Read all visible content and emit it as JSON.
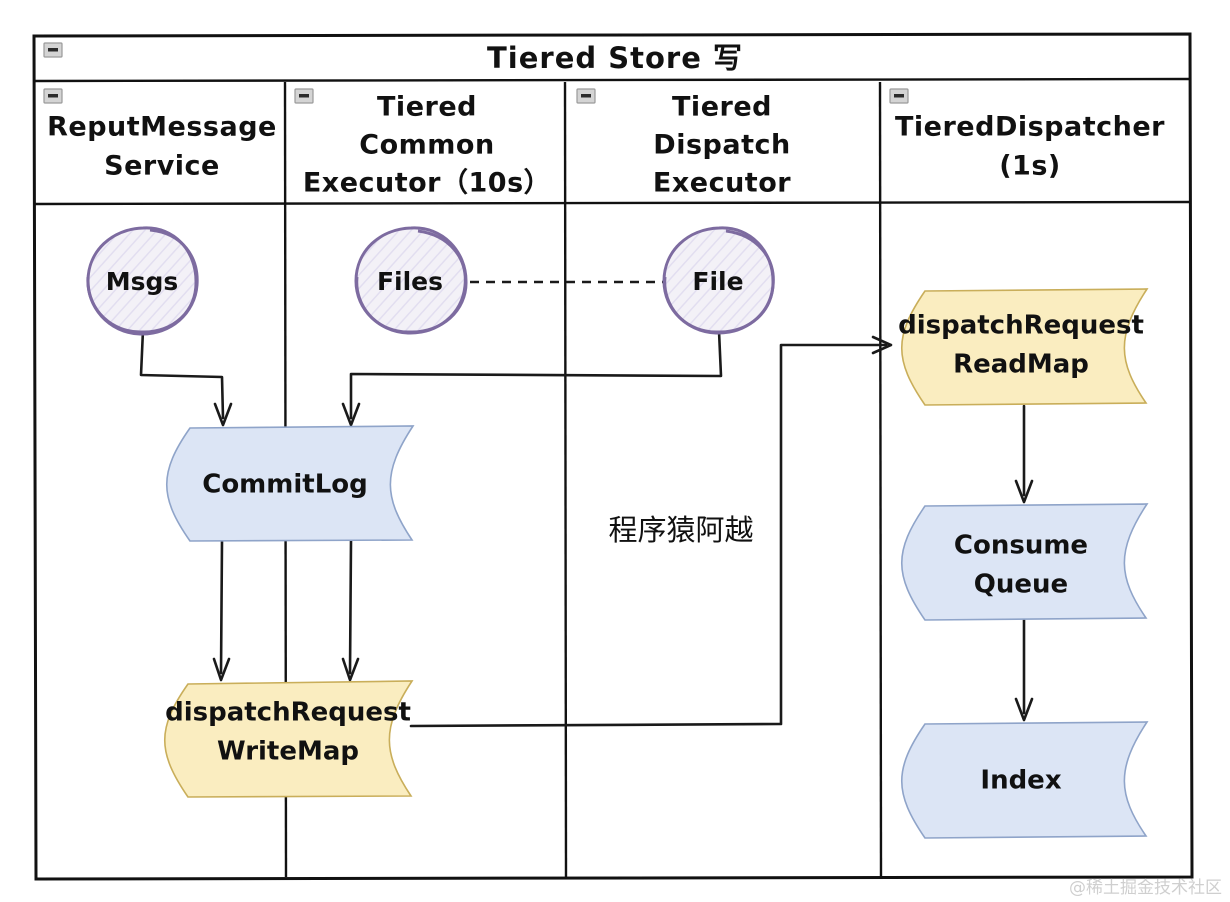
{
  "diagram": {
    "title": "Tiered Store 写",
    "note": "程序猿阿越",
    "watermark": "@稀土掘金技术社区",
    "colors": {
      "blue_fill": "#dce5f5",
      "blue_stroke": "#8fa4c9",
      "yellow_fill": "#faedc0",
      "yellow_stroke": "#c9ae5a",
      "circle_stroke": "#7d6ba0",
      "edge": "#1a1a1a",
      "border": "#111111"
    },
    "lanes": [
      {
        "id": "lane-reput-message-service",
        "title_lines": [
          "ReputMessage",
          "Service"
        ]
      },
      {
        "id": "lane-tiered-common-executor",
        "title_lines": [
          "Tiered",
          "Common",
          "Executor（10s）"
        ]
      },
      {
        "id": "lane-tiered-dispatch-executor",
        "title_lines": [
          "Tiered",
          "Dispatch",
          "Executor"
        ]
      },
      {
        "id": "lane-tiered-dispatcher",
        "title_lines": [
          "TieredDispatcher",
          "(1s)"
        ]
      }
    ],
    "nodes": [
      {
        "id": "node-msgs",
        "shape": "circle",
        "lane": "lane-reput-message-service",
        "label_lines": [
          "Msgs"
        ]
      },
      {
        "id": "node-files",
        "shape": "circle",
        "lane": "lane-tiered-common-executor",
        "label_lines": [
          "Files"
        ]
      },
      {
        "id": "node-file",
        "shape": "circle",
        "lane": "lane-tiered-dispatch-executor",
        "label_lines": [
          "File"
        ]
      },
      {
        "id": "node-commitlog",
        "shape": "tape",
        "color": "blue",
        "lane": "lane-reput-message-service",
        "label_lines": [
          "CommitLog"
        ]
      },
      {
        "id": "node-dispatch-request-write-map",
        "shape": "tape",
        "color": "yellow",
        "lane": "lane-reput-message-service",
        "label_lines": [
          "dispatchRequest",
          "WriteMap"
        ]
      },
      {
        "id": "node-dispatch-request-read-map",
        "shape": "tape",
        "color": "yellow",
        "lane": "lane-tiered-dispatcher",
        "label_lines": [
          "dispatchRequest",
          "ReadMap"
        ]
      },
      {
        "id": "node-consume-queue",
        "shape": "tape",
        "color": "blue",
        "lane": "lane-tiered-dispatcher",
        "label_lines": [
          "Consume",
          "Queue"
        ]
      },
      {
        "id": "node-index",
        "shape": "tape",
        "color": "blue",
        "lane": "lane-tiered-dispatcher",
        "label_lines": [
          "Index"
        ]
      }
    ],
    "edges": [
      {
        "id": "edge-files-to-file",
        "from": "node-files",
        "to": "node-file",
        "style": "dashed"
      },
      {
        "id": "edge-msgs-to-commitlog",
        "from": "node-msgs",
        "to": "node-commitlog",
        "style": "solid"
      },
      {
        "id": "edge-file-to-commitlog",
        "from": "node-file",
        "to": "node-commitlog",
        "style": "solid"
      },
      {
        "id": "edge-commitlog-to-write-map-left",
        "from": "node-commitlog",
        "to": "node-dispatch-request-write-map",
        "style": "solid"
      },
      {
        "id": "edge-commitlog-to-write-map-right",
        "from": "node-commitlog",
        "to": "node-dispatch-request-write-map",
        "style": "solid"
      },
      {
        "id": "edge-write-map-to-read-map",
        "from": "node-dispatch-request-write-map",
        "to": "node-dispatch-request-read-map",
        "style": "solid"
      },
      {
        "id": "edge-read-map-to-consume-queue",
        "from": "node-dispatch-request-read-map",
        "to": "node-consume-queue",
        "style": "solid"
      },
      {
        "id": "edge-consume-queue-to-index",
        "from": "node-consume-queue",
        "to": "node-index",
        "style": "solid"
      }
    ]
  }
}
